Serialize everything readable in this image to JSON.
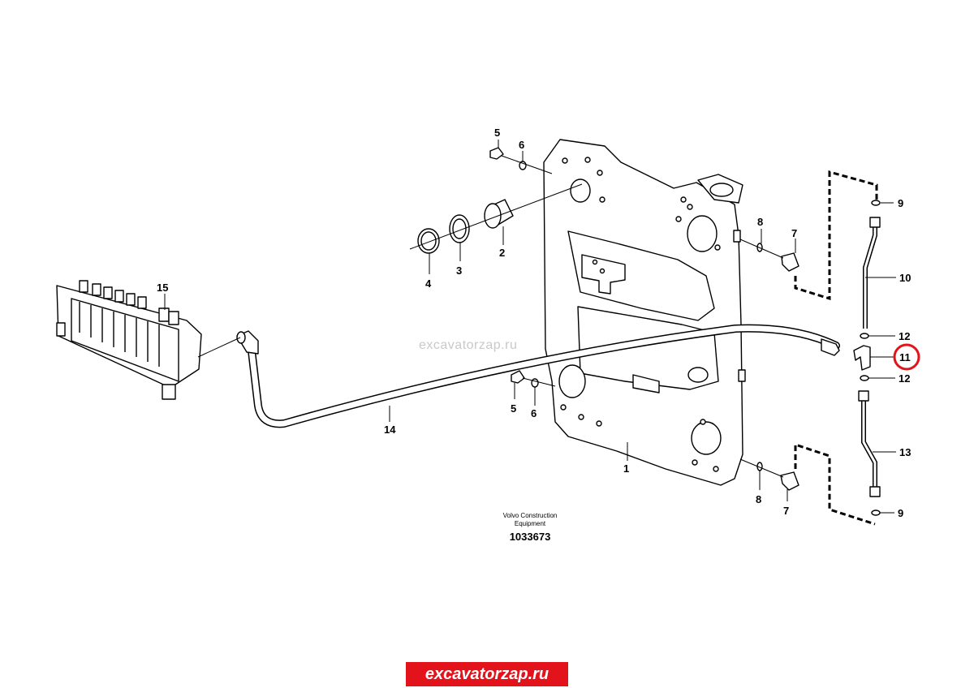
{
  "colors": {
    "banner_bg": "#e3131b",
    "highlight_ring": "#e3131b",
    "watermark": "#c9c9c9"
  },
  "callouts": {
    "c1": "1",
    "c2": "2",
    "c3": "3",
    "c4": "4",
    "c5a": "5",
    "c5b": "5",
    "c6a": "6",
    "c6b": "6",
    "c7a": "7",
    "c7b": "7",
    "c8a": "8",
    "c8b": "8",
    "c9a": "9",
    "c9b": "9",
    "c10": "10",
    "c11": "11",
    "c12a": "12",
    "c12b": "12",
    "c13": "13",
    "c14": "14",
    "c15": "15"
  },
  "highlighted_callout": "11",
  "caption": {
    "line1": "Volvo Construction",
    "line2": "Equipment",
    "doc_number": "1033673"
  },
  "watermark": "excavatorzap.ru",
  "banner": "excavatorzap.ru"
}
